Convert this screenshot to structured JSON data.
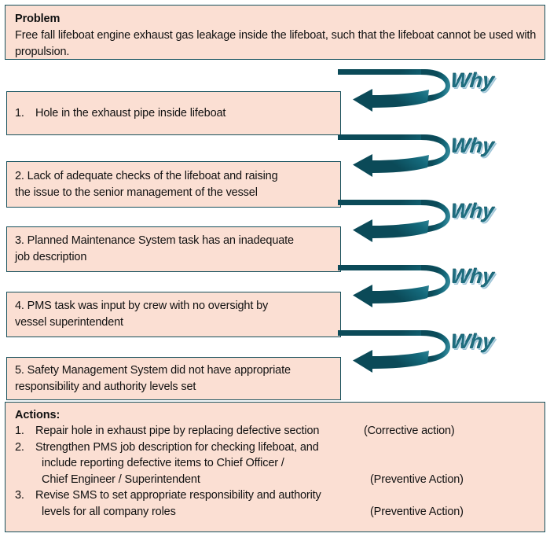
{
  "meta": {
    "colors": {
      "box_fill": "#FBDFD3",
      "box_border": "#16505C",
      "arrow_teal_dark": "#0B4A58",
      "arrow_teal_mid": "#14697B",
      "why_text": "#1F6E80",
      "why_highlight": "#9CC3D6",
      "body_text": "#111111",
      "page_background": "#FFFFFF"
    }
  },
  "problem": {
    "title": "Problem",
    "text": "Free fall lifeboat engine exhaust gas leakage inside the lifeboat, such that the lifeboat cannot be used with propulsion."
  },
  "why_label": "Why",
  "why_arrows": [
    {
      "label": "Why",
      "icon": "circular-arrow-icon"
    },
    {
      "label": "Why",
      "icon": "circular-arrow-icon"
    },
    {
      "label": "Why",
      "icon": "circular-arrow-icon"
    },
    {
      "label": "Why",
      "icon": "circular-arrow-icon"
    },
    {
      "label": "Why",
      "icon": "circular-arrow-icon"
    }
  ],
  "causes": [
    {
      "number": "1.",
      "lines": [
        "Hole in the exhaust pipe inside lifeboat"
      ],
      "indent_first": true
    },
    {
      "number": "2.",
      "lines": [
        "2. Lack of adequate checks of the lifeboat and raising",
        "the issue to the senior management of the vessel"
      ],
      "indent_first": false
    },
    {
      "number": "3.",
      "lines": [
        "3. Planned Maintenance System task has an inadequate",
        "job description"
      ],
      "indent_first": false
    },
    {
      "number": "4.",
      "lines": [
        "4. PMS task was input by crew with no oversight by",
        "vessel superintendent"
      ],
      "indent_first": false
    },
    {
      "number": "5.",
      "lines": [
        "5. Safety Management System did not have appropriate",
        "responsibility and authority levels set"
      ],
      "indent_first": false
    }
  ],
  "actions": {
    "title": "Actions:",
    "items": [
      {
        "number": "1.",
        "lines": [
          "Repair hole in exhaust pipe by replacing defective section"
        ],
        "tag": "(Corrective action)",
        "tag_on_line": 0
      },
      {
        "number": "2.",
        "lines": [
          "Strengthen PMS job description for checking lifeboat, and",
          "include reporting defective items to Chief Officer /",
          "Chief Engineer / Superintendent"
        ],
        "tag": "(Preventive Action)",
        "tag_on_line": 2
      },
      {
        "number": "3.",
        "lines": [
          "Revise SMS to set appropriate responsibility and authority",
          "levels for all company roles"
        ],
        "tag": "(Preventive Action)",
        "tag_on_line": 1
      }
    ]
  }
}
